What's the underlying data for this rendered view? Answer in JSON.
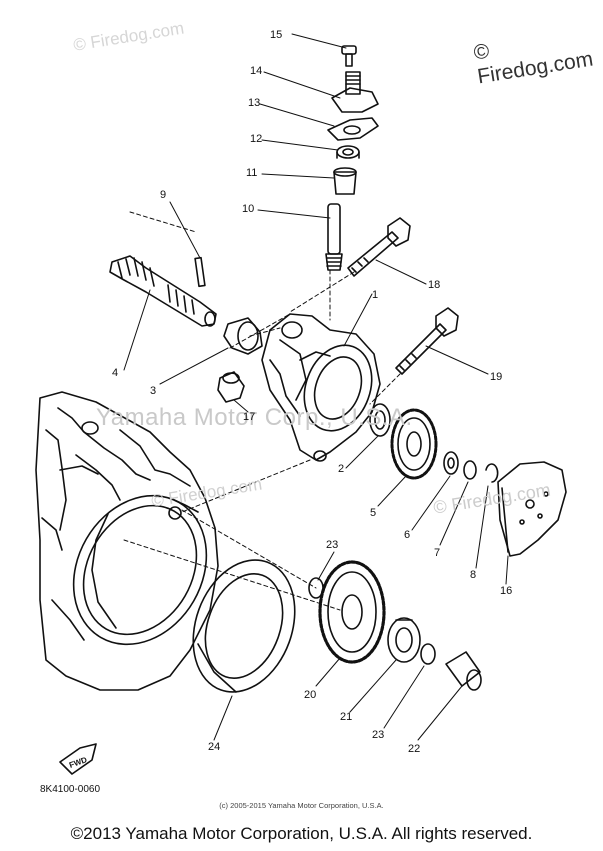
{
  "watermarks": {
    "top_left": "© Firedog.com",
    "top_right": "© Firedog.com",
    "center": "Yamaha Motor Corp., U.S.A.",
    "mid_left": "© Firedog.com",
    "mid_right": "© Firedog.com"
  },
  "callouts": [
    "1",
    "2",
    "3",
    "4",
    "5",
    "6",
    "7",
    "8",
    "9",
    "10",
    "11",
    "12",
    "13",
    "14",
    "15",
    "16",
    "17",
    "18",
    "19",
    "20",
    "21",
    "22",
    "23",
    "23",
    "24"
  ],
  "fwd_label": "FWD",
  "diagram_code": "8K4100-0060",
  "footer": {
    "small": "(c) 2005-2015 Yamaha Motor Corporation, U.S.A.",
    "copyright": "©2013 Yamaha Motor Corporation, U.S.A. All rights reserved."
  },
  "colors": {
    "ink": "#111111",
    "watermark": "#cccccc",
    "background": "#ffffff"
  }
}
